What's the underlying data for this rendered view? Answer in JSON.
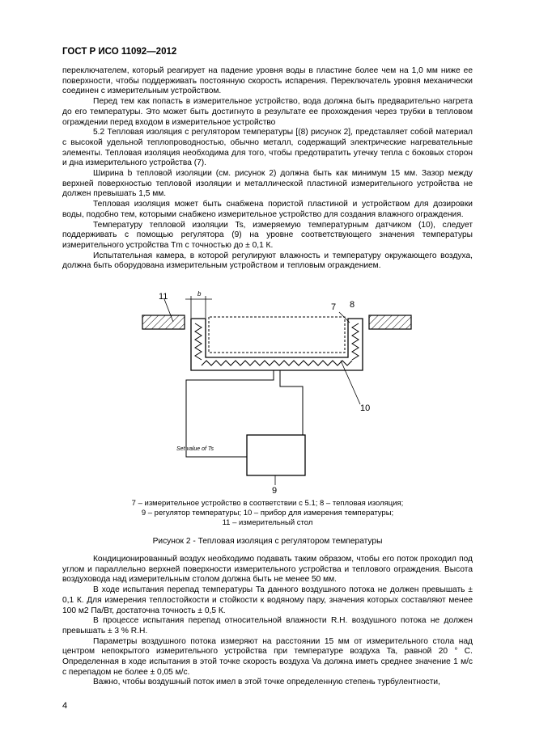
{
  "header": "ГОСТ Р ИСО 11092—2012",
  "block1": [
    "переключателем, который реагирует на падение уровня воды в пластине более чем на 1,0 мм ниже ее поверхности, чтобы поддерживать постоянную скорость испарения. Переключатель уровня механически соединен с измерительным устройством.",
    "Перед тем как попасть в измерительное устройство, вода должна быть предварительно нагрета до его температуры. Это может быть достигнуто в результате ее прохождения через трубки в тепловом ограждении перед входом в измерительное устройство",
    "5.2 Тепловая изоляция с регулятором температуры [(8) рисунок 2], представляет собой материал с высокой удельной теплопроводностью, обычно металл, содержащий электрические нагревательные элементы. Тепловая изоляция необходима для того, чтобы предотвратить утечку тепла с боковых сторон и дна измерительного устройства (7).",
    "Ширина b тепловой изоляции (см. рисунок 2) должна быть как минимум 15 мм. Зазор между верхней поверхностью тепловой изоляции и металлической пластиной измерительного устройства не должен превышать 1,5 мм.",
    "Тепловая изоляция может быть снабжена пористой пластиной и устройством для дозировки воды, подобно тем, которыми снабжено измерительное устройство для создания влажного ограждения.",
    "Температуру тепловой изоляции Ts, измеряемую температурным датчиком (10), следует поддерживать с помощью регулятора (9) на уровне соответствующего значения температуры измерительного устройства Tm с точностью до ± 0,1 К.",
    "Испытательная камера, в которой регулируют влажность и температуру окружающего воздуха, должна быть оборудована измерительным устройством и тепловым ограждением."
  ],
  "figure": {
    "labels": [
      "11",
      "b",
      "7",
      "8",
      "10",
      "9"
    ],
    "setpoint": "Set value of Ts"
  },
  "legend": [
    "7 – измерительное устройство в соответствии с 5.1;  8 – тепловая изоляция;",
    "9 – регулятор температуры;  10 – прибор для измерения температуры;",
    "11 – измерительный стол"
  ],
  "caption": "Рисунок 2 - Тепловая изоляция с регулятором температуры",
  "block2": [
    "Кондиционированный воздух необходимо подавать таким образом, чтобы его поток проходил под углом и параллельно верхней поверхности измерительного устройства и теплового ограждения. Высота воздуховода над измерительным столом должна быть не менее 50 мм.",
    "В ходе испытания перепад температуры Ta данного воздушного потока не должен превышать ± 0,1 К. Для измерения теплостойкости и стойкости к водяному пару, значения которых составляют менее 100 м2 Па/Вт, достаточна точность ± 0,5 К.",
    "В процессе испытания перепад относительной влажности R.H. воздушного потока не должен превышать ± 3 % R.H.",
    "Параметры воздушного потока измеряют на расстоянии 15 мм от измерительного стола над центром непокрытого измерительного устройства при температуре воздуха Ta, равной 20 ° С. Определенная в ходе испытания в этой точке скорость воздуха Va должна иметь среднее значение 1 м/с с перепадом не более ± 0,05 м/с.",
    "Важно, чтобы воздушный поток имел в этой точке определенную степень турбулентности,"
  ],
  "page_number": "4"
}
